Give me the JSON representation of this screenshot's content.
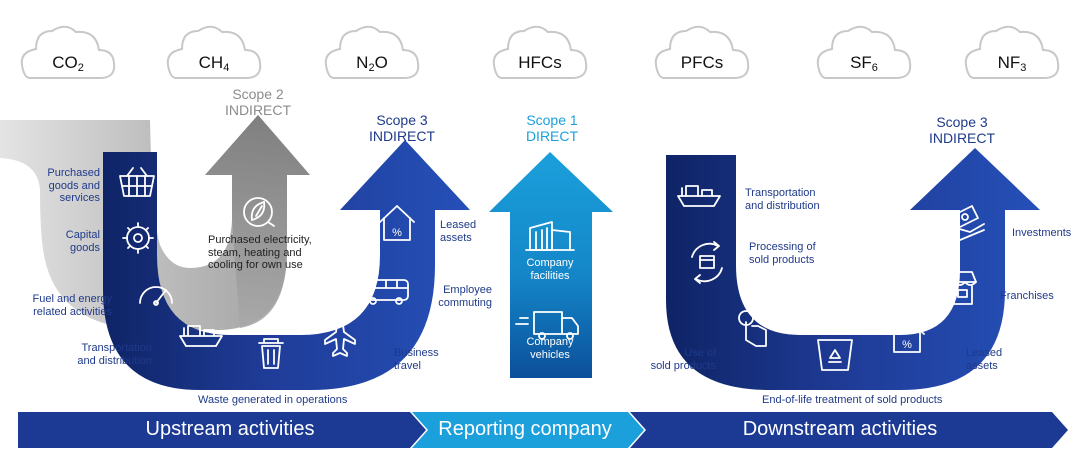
{
  "gases": [
    {
      "name": "CO",
      "sub": "2"
    },
    {
      "name": "CH",
      "sub": "4"
    },
    {
      "name": "N",
      "sub": "2",
      "suffix": "O"
    },
    {
      "name": "HFCs",
      "sub": ""
    },
    {
      "name": "PFCs",
      "sub": ""
    },
    {
      "name": "SF",
      "sub": "6"
    },
    {
      "name": "NF",
      "sub": "3"
    }
  ],
  "scopes": {
    "scope2": "Scope 2\nINDIRECT",
    "scope3_upstream": "Scope 3\nINDIRECT",
    "scope1": "Scope 1\nDIRECT",
    "scope3_downstream": "Scope 3\nINDIRECT"
  },
  "upstream_activities": {
    "purchased_goods": "Purchased\ngoods and\nservices",
    "capital_goods": "Capital\ngoods",
    "fuel_energy": "Fuel and energy\nrelated activities",
    "transportation": "Transportation\nand distribution",
    "waste": "Waste generated in operations",
    "business_travel": "Business\ntravel",
    "employee_commuting": "Employee\ncommuting",
    "leased_assets": "Leased\nassets"
  },
  "scope2_activity": "Purchased electricity,\nsteam, heating and\ncooling for own use",
  "company_activities": {
    "facilities": "Company\nfacilities",
    "vehicles": "Company\nvehicles"
  },
  "downstream_activities": {
    "transportation": "Transportation\nand distribution",
    "processing": "Processing of\nsold products",
    "use": "Use of\nsold products",
    "end_of_life": "End-of-life treatment of sold products",
    "leased_assets": "Leased\nassets",
    "franchises": "Franchises",
    "investments": "Investments"
  },
  "bands": {
    "upstream": "Upstream activities",
    "reporting": "Reporting company",
    "downstream": "Downstream activities"
  },
  "colors": {
    "navy": "#1c3a94",
    "navy_dark": "#0f2466",
    "cyan": "#1ba0dc",
    "cyan_dark": "#0c62a8",
    "grey": "#8c8c8c",
    "cloud_stroke": "#c8c8c8"
  }
}
